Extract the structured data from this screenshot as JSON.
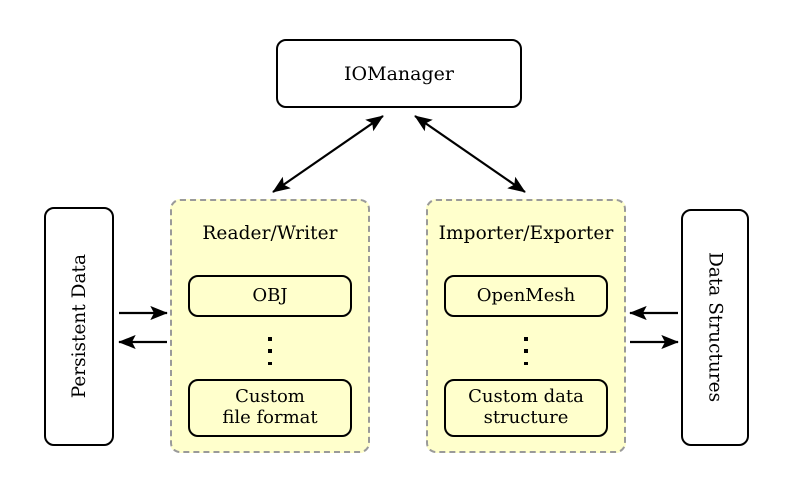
{
  "diagram": {
    "title_node": {
      "label": "IOManager"
    },
    "left_store": {
      "label": "Persistent Data"
    },
    "right_store": {
      "label": "Data Structures"
    },
    "panels": [
      {
        "id": "reader-writer",
        "title": "Reader/Writer",
        "first_item": "OBJ",
        "ellipsis": "⋮",
        "last_item_line1": "Custom",
        "last_item_line2": "file format"
      },
      {
        "id": "importer-exporter",
        "title": "Importer/Exporter",
        "first_item": "OpenMesh",
        "ellipsis": "⋮",
        "last_item_line1": "Custom data",
        "last_item_line2": "structure"
      }
    ],
    "connections": [
      {
        "name": "iomanager-to-reader-writer",
        "style": "double-headed-diagonal"
      },
      {
        "name": "iomanager-to-importer-exporter",
        "style": "double-headed-diagonal"
      },
      {
        "name": "persistent-data-to-reader-writer",
        "style": "single-headed-right"
      },
      {
        "name": "reader-writer-to-persistent-data",
        "style": "single-headed-left"
      },
      {
        "name": "data-structures-to-importer-exporter",
        "style": "single-headed-left"
      },
      {
        "name": "importer-exporter-to-data-structures",
        "style": "single-headed-right"
      }
    ],
    "colors": {
      "panel_fill": "#ffffcc",
      "panel_border": "#9a9a9a",
      "node_border": "#000000",
      "background": "#ffffff"
    }
  }
}
